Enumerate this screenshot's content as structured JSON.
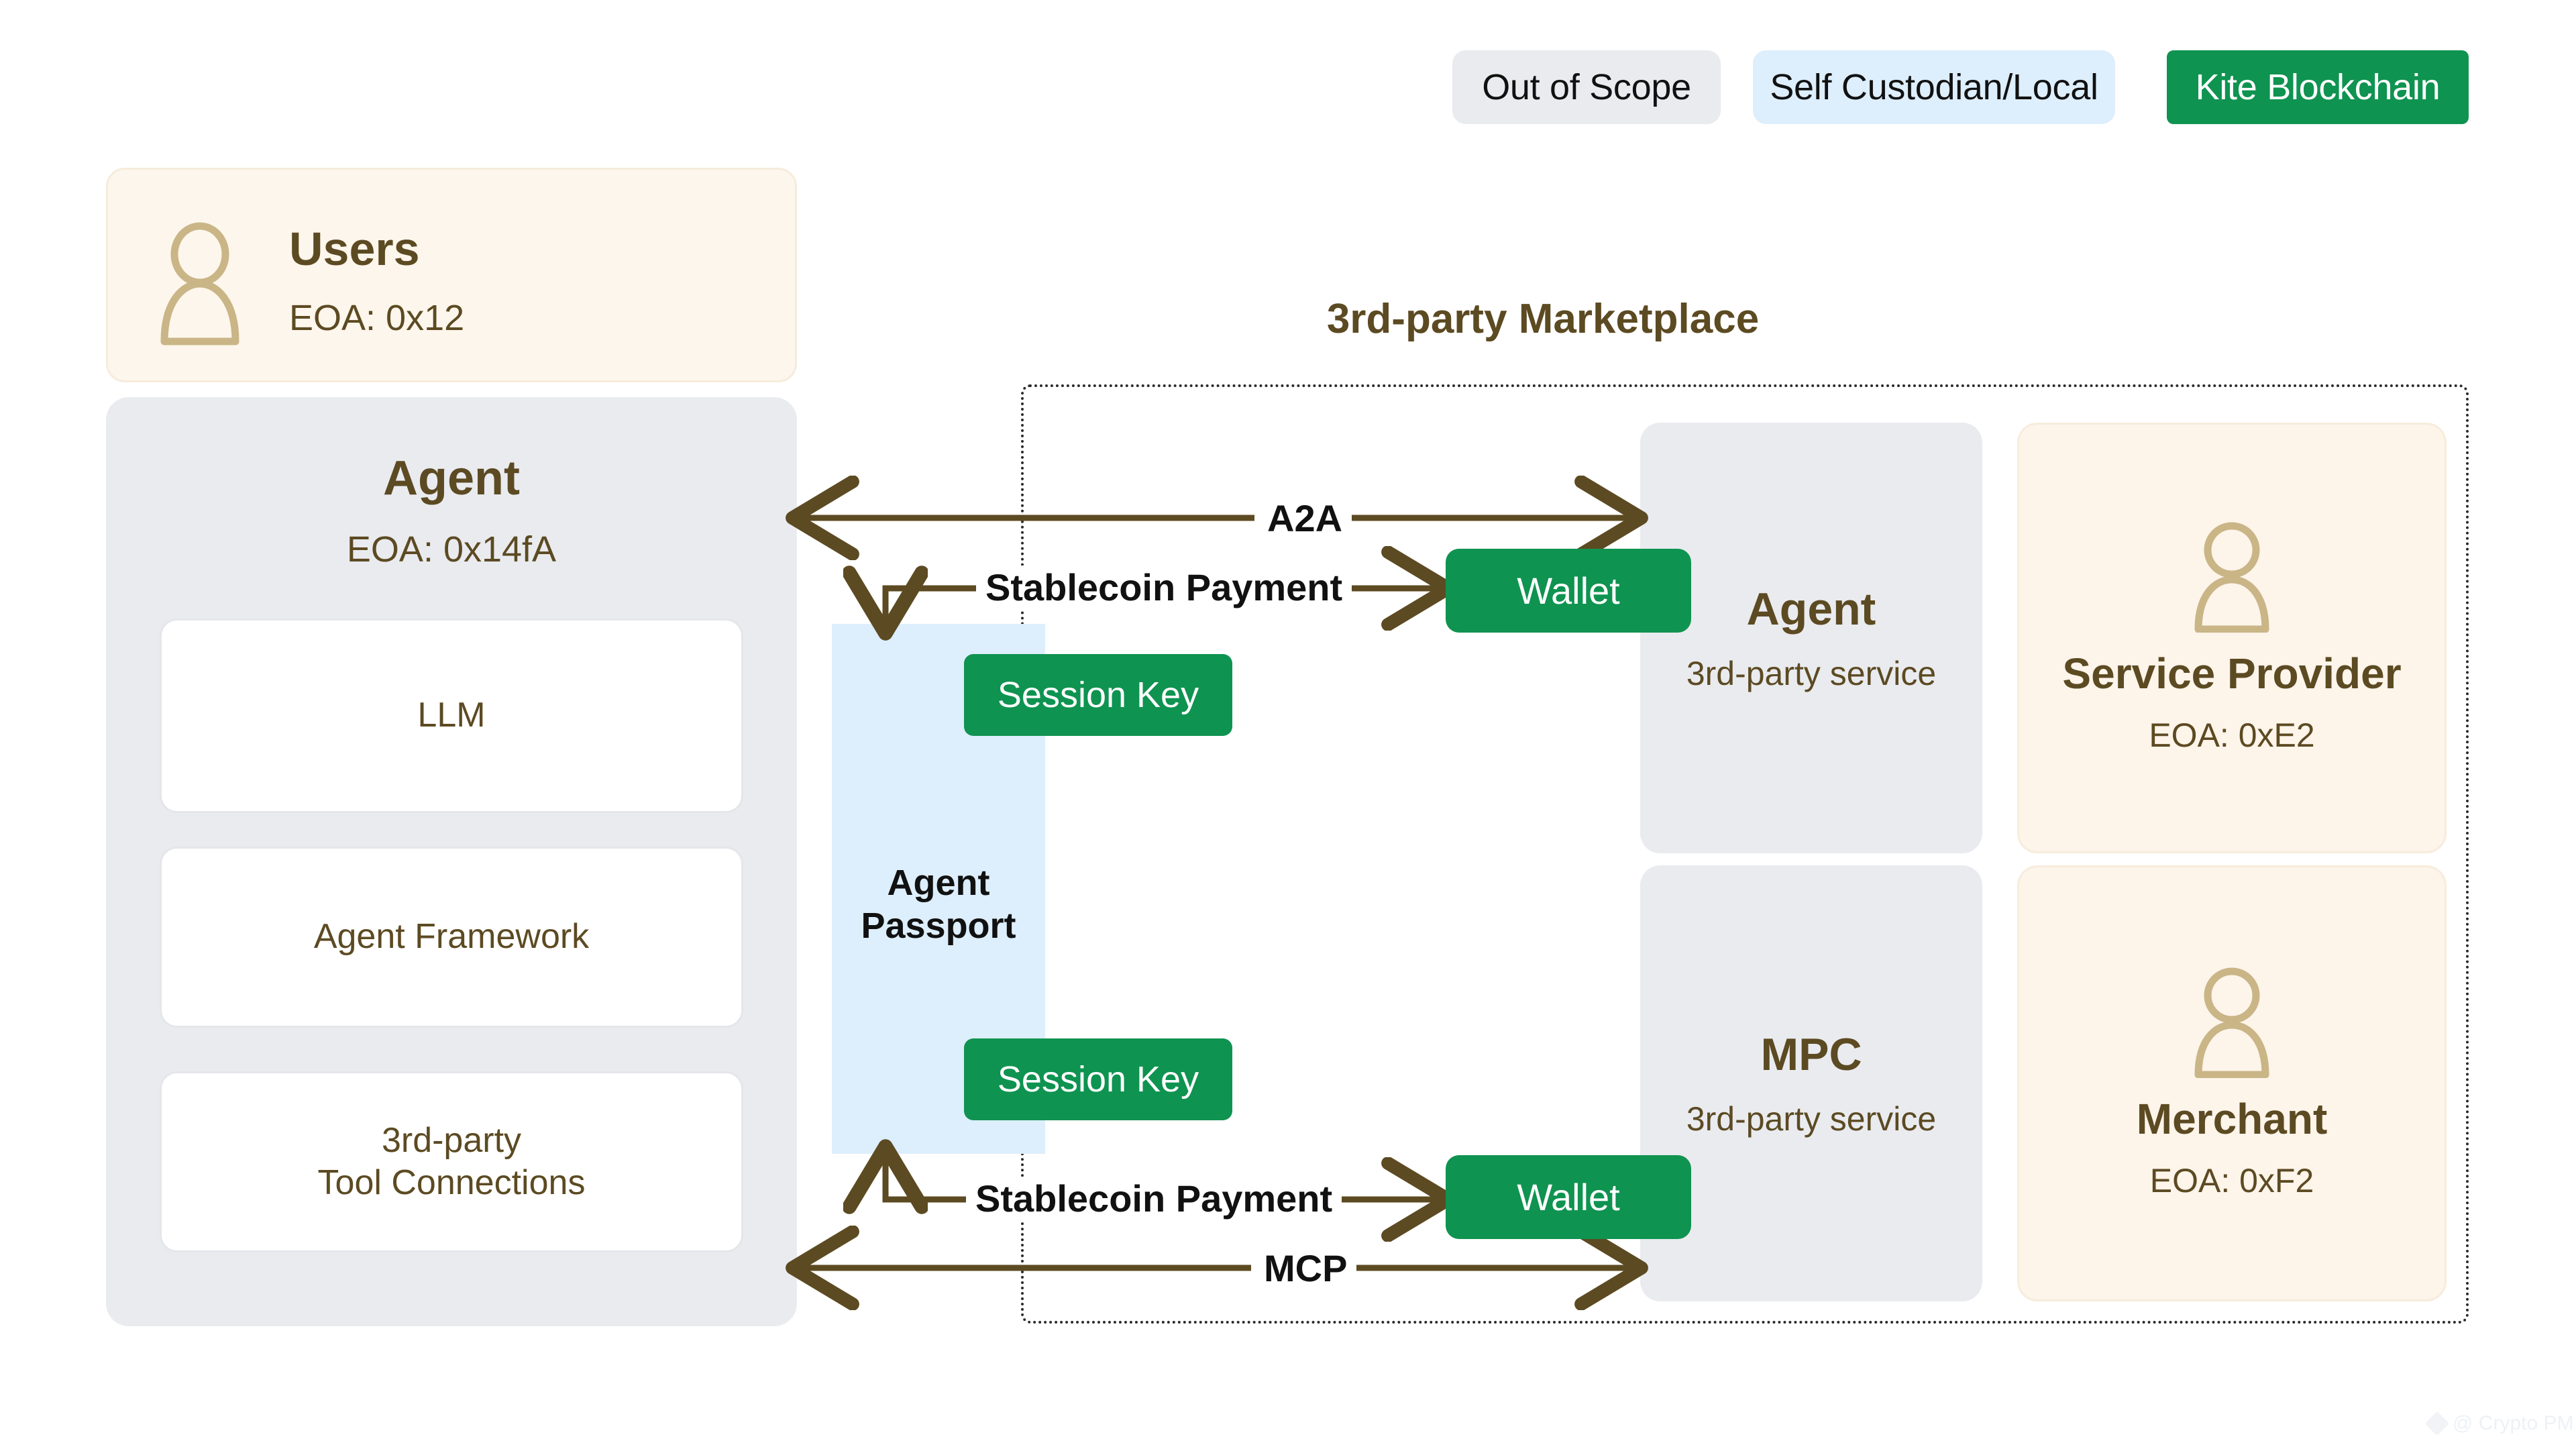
{
  "legend": {
    "items": [
      {
        "label": "Out of Scope",
        "style": "gray",
        "color": "#eaebee"
      },
      {
        "label": "Self Custodian/Local",
        "style": "blue",
        "color": "#ddeefc"
      },
      {
        "label": "Kite Blockchain",
        "style": "green",
        "color": "#0f9350"
      }
    ]
  },
  "users_panel": {
    "title": "Users",
    "eoa": "EOA: 0x12",
    "icon": "person-icon",
    "background": "#fdf6ec"
  },
  "agent_panel": {
    "title": "Agent",
    "eoa": "EOA: 0x14fA",
    "background": "#e9ebef",
    "cards": [
      {
        "label": "LLM"
      },
      {
        "label": "Agent Framework"
      },
      {
        "label": "3rd-party\nTool Connections",
        "line1": "3rd-party",
        "line2": "Tool Connections"
      }
    ]
  },
  "passport": {
    "label_line1": "Agent",
    "label_line2": "Passport",
    "background": "#ddeefc",
    "session_keys": [
      {
        "label": "Session Key"
      },
      {
        "label": "Session Key"
      }
    ]
  },
  "marketplace": {
    "title": "3rd-party Marketplace",
    "border_color": "#2b2b2b",
    "cards": [
      {
        "title": "Agent",
        "subtitle": "3rd-party service",
        "style": "gray"
      },
      {
        "title": "Service Provider",
        "subtitle": "EOA: 0xE2",
        "style": "cream",
        "icon": "person-icon"
      },
      {
        "title": "MPC",
        "subtitle": "3rd-party service",
        "style": "gray"
      },
      {
        "title": "Merchant",
        "subtitle": "EOA: 0xF2",
        "style": "cream",
        "icon": "person-icon"
      }
    ]
  },
  "wallets": [
    {
      "label": "Wallet"
    },
    {
      "label": "Wallet"
    }
  ],
  "connectors": [
    {
      "label": "A2A",
      "type": "bidirectional"
    },
    {
      "label": "Stablecoin Payment",
      "type": "elbow-down-right"
    },
    {
      "label": "Stablecoin Payment",
      "type": "elbow-up-right"
    },
    {
      "label": "MCP",
      "type": "bidirectional"
    }
  ],
  "watermark": {
    "text": "@ Crypto PM"
  },
  "colors": {
    "accent_green": "#0f9350",
    "accent_blue": "#ddeefc",
    "accent_cream": "#fdf4ea",
    "accent_gray": "#e9ebef",
    "text_brown": "#5C4A22",
    "icon_gold": "#c9b586",
    "line": "#5C4A22"
  }
}
